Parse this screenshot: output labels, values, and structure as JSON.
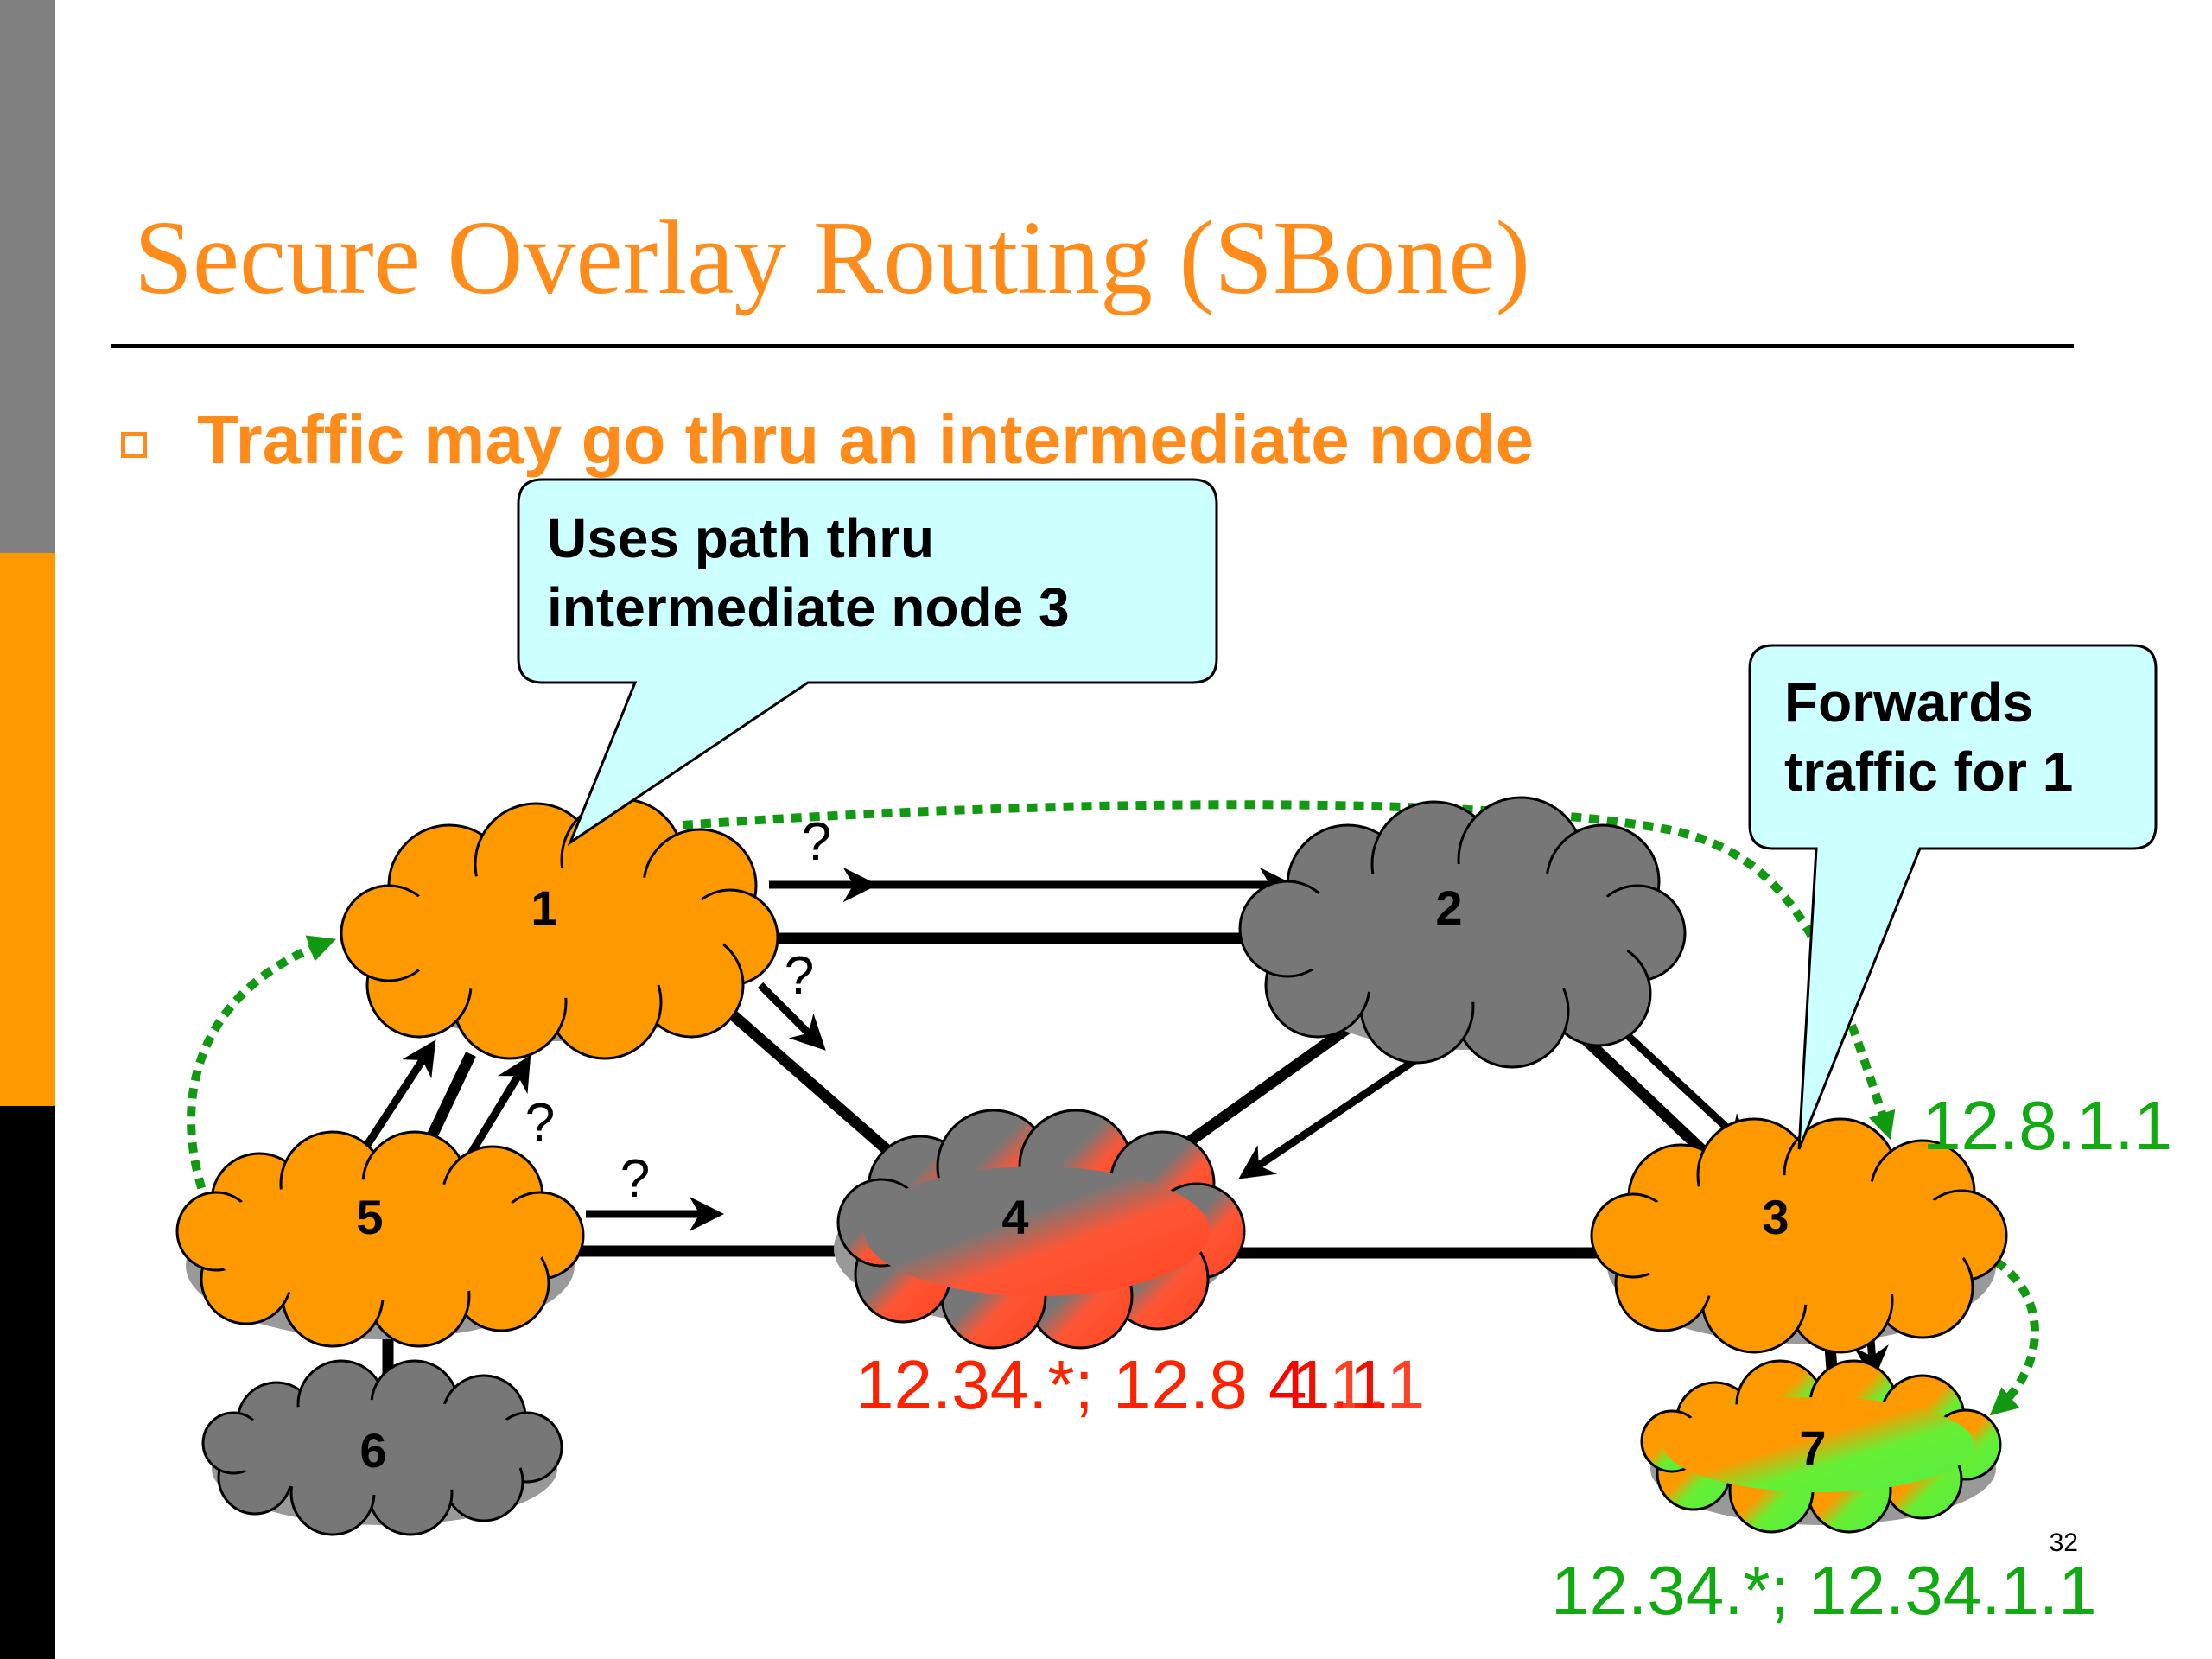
{
  "slide": {
    "title": "Secure Overlay Routing (SBone)",
    "bullet": "Traffic may go thru an intermediate node",
    "page_number": "32"
  },
  "colors": {
    "accent": "#ff8c1a",
    "orange_node": "#ff9900",
    "gray_node": "#777777",
    "red": "#ff2200",
    "green": "#11aa11",
    "callout_fill": "#ccffff",
    "path_green": "#119911"
  },
  "nodes": [
    {
      "id": "n1",
      "label": "1",
      "fill": "orange"
    },
    {
      "id": "n2",
      "label": "2",
      "fill": "gray"
    },
    {
      "id": "n3",
      "label": "3",
      "fill": "orange"
    },
    {
      "id": "n4",
      "label": "4",
      "fill": "gray-red"
    },
    {
      "id": "n5",
      "label": "5",
      "fill": "orange"
    },
    {
      "id": "n6",
      "label": "6",
      "fill": "gray"
    },
    {
      "id": "n7",
      "label": "7",
      "fill": "orange-green"
    }
  ],
  "callouts": {
    "left": {
      "line1": "Uses path thru",
      "line2": "intermediate node 3"
    },
    "right": {
      "line1": "Forwards",
      "line2": "traffic for 1"
    }
  },
  "question_marks": [
    "?",
    "?",
    "?",
    "?"
  ],
  "labels": {
    "node3_addr": "12.8.1.1",
    "node4_part1": "12.34.*; ",
    "node4_part2": "12.8",
    "node4_overlap_a": "4",
    "node4_overlap_b": "1.1",
    "node4_overlap_c": "1.1",
    "node7_addr": "12.34.*; 12.34.1.1"
  }
}
